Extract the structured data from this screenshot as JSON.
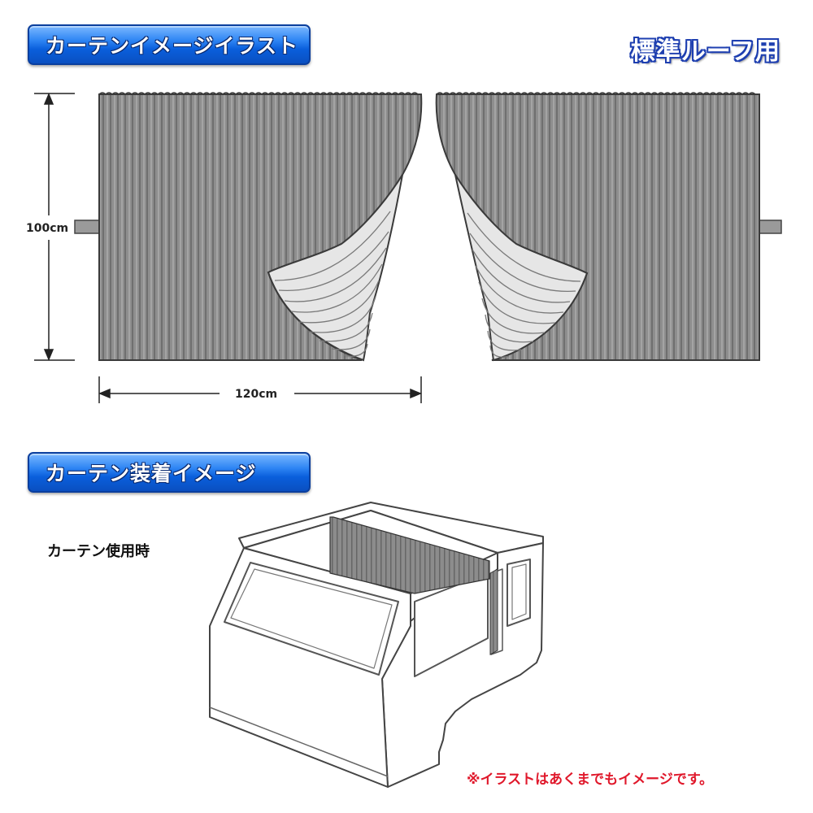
{
  "section1": {
    "title": "カーテンイメージイラスト"
  },
  "roof_label": "標準ルーフ用",
  "dimensions": {
    "height_label": "100cm",
    "width_label": "120cm"
  },
  "section2": {
    "title": "カーテン装着イメージ"
  },
  "usage_label": "カーテン使用時",
  "disclaimer": "※イラストはあくまでもイメージです。",
  "colors": {
    "banner_blue": "#0a5fdc",
    "curtain_gray": "#8c8c8c",
    "disclaimer_red": "#e0182b",
    "roof_label_outline": "#1e3fb0"
  }
}
